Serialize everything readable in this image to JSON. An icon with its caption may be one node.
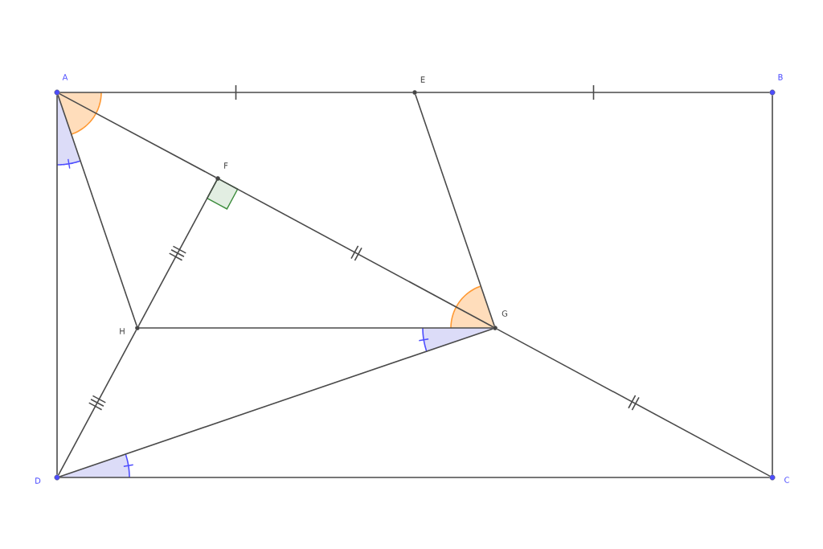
{
  "diagram": {
    "nodes": [
      {
        "text": [
          "A"
        ]
      },
      {
        "text": [
          "E"
        ]
      },
      {
        "text": [
          "B"
        ]
      },
      {
        "text": [
          "F"
        ]
      },
      {
        "text": [
          "H"
        ]
      },
      {
        "text": [
          "G"
        ]
      },
      {
        "text": [
          "D"
        ]
      },
      {
        "text": [
          "C"
        ]
      }
    ],
    "edges": [
      {
        "from": 0,
        "to": 1,
        "arrow": "none"
      },
      {
        "from": 1,
        "to": 2,
        "arrow": "none"
      },
      {
        "from": 2,
        "to": 7,
        "arrow": "none"
      },
      {
        "from": 6,
        "to": 7,
        "arrow": "none"
      },
      {
        "from": 0,
        "to": 6,
        "arrow": "none"
      },
      {
        "from": 0,
        "to": 3,
        "arrow": "none"
      },
      {
        "from": 3,
        "to": 5,
        "arrow": "none"
      },
      {
        "from": 5,
        "to": 7,
        "arrow": "none"
      },
      {
        "from": 0,
        "to": 4,
        "arrow": "none"
      },
      {
        "from": 4,
        "to": 3,
        "arrow": "none"
      },
      {
        "from": 4,
        "to": 6,
        "arrow": "none"
      },
      {
        "from": 4,
        "to": 5,
        "arrow": "none"
      },
      {
        "from": 6,
        "to": 5,
        "arrow": "none"
      },
      {
        "from": 1,
        "to": 5,
        "arrow": "none"
      }
    ]
  }
}
